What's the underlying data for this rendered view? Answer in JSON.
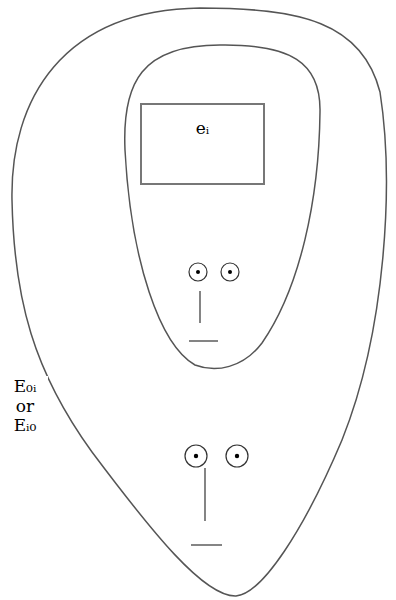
{
  "diagram": {
    "nodes": [
      {
        "text": [
          "E₀ᵢ or Eᵢ₀"
        ]
      },
      {
        "text": [
          "eᵢ"
        ],
        "in": 0
      }
    ]
  }
}
